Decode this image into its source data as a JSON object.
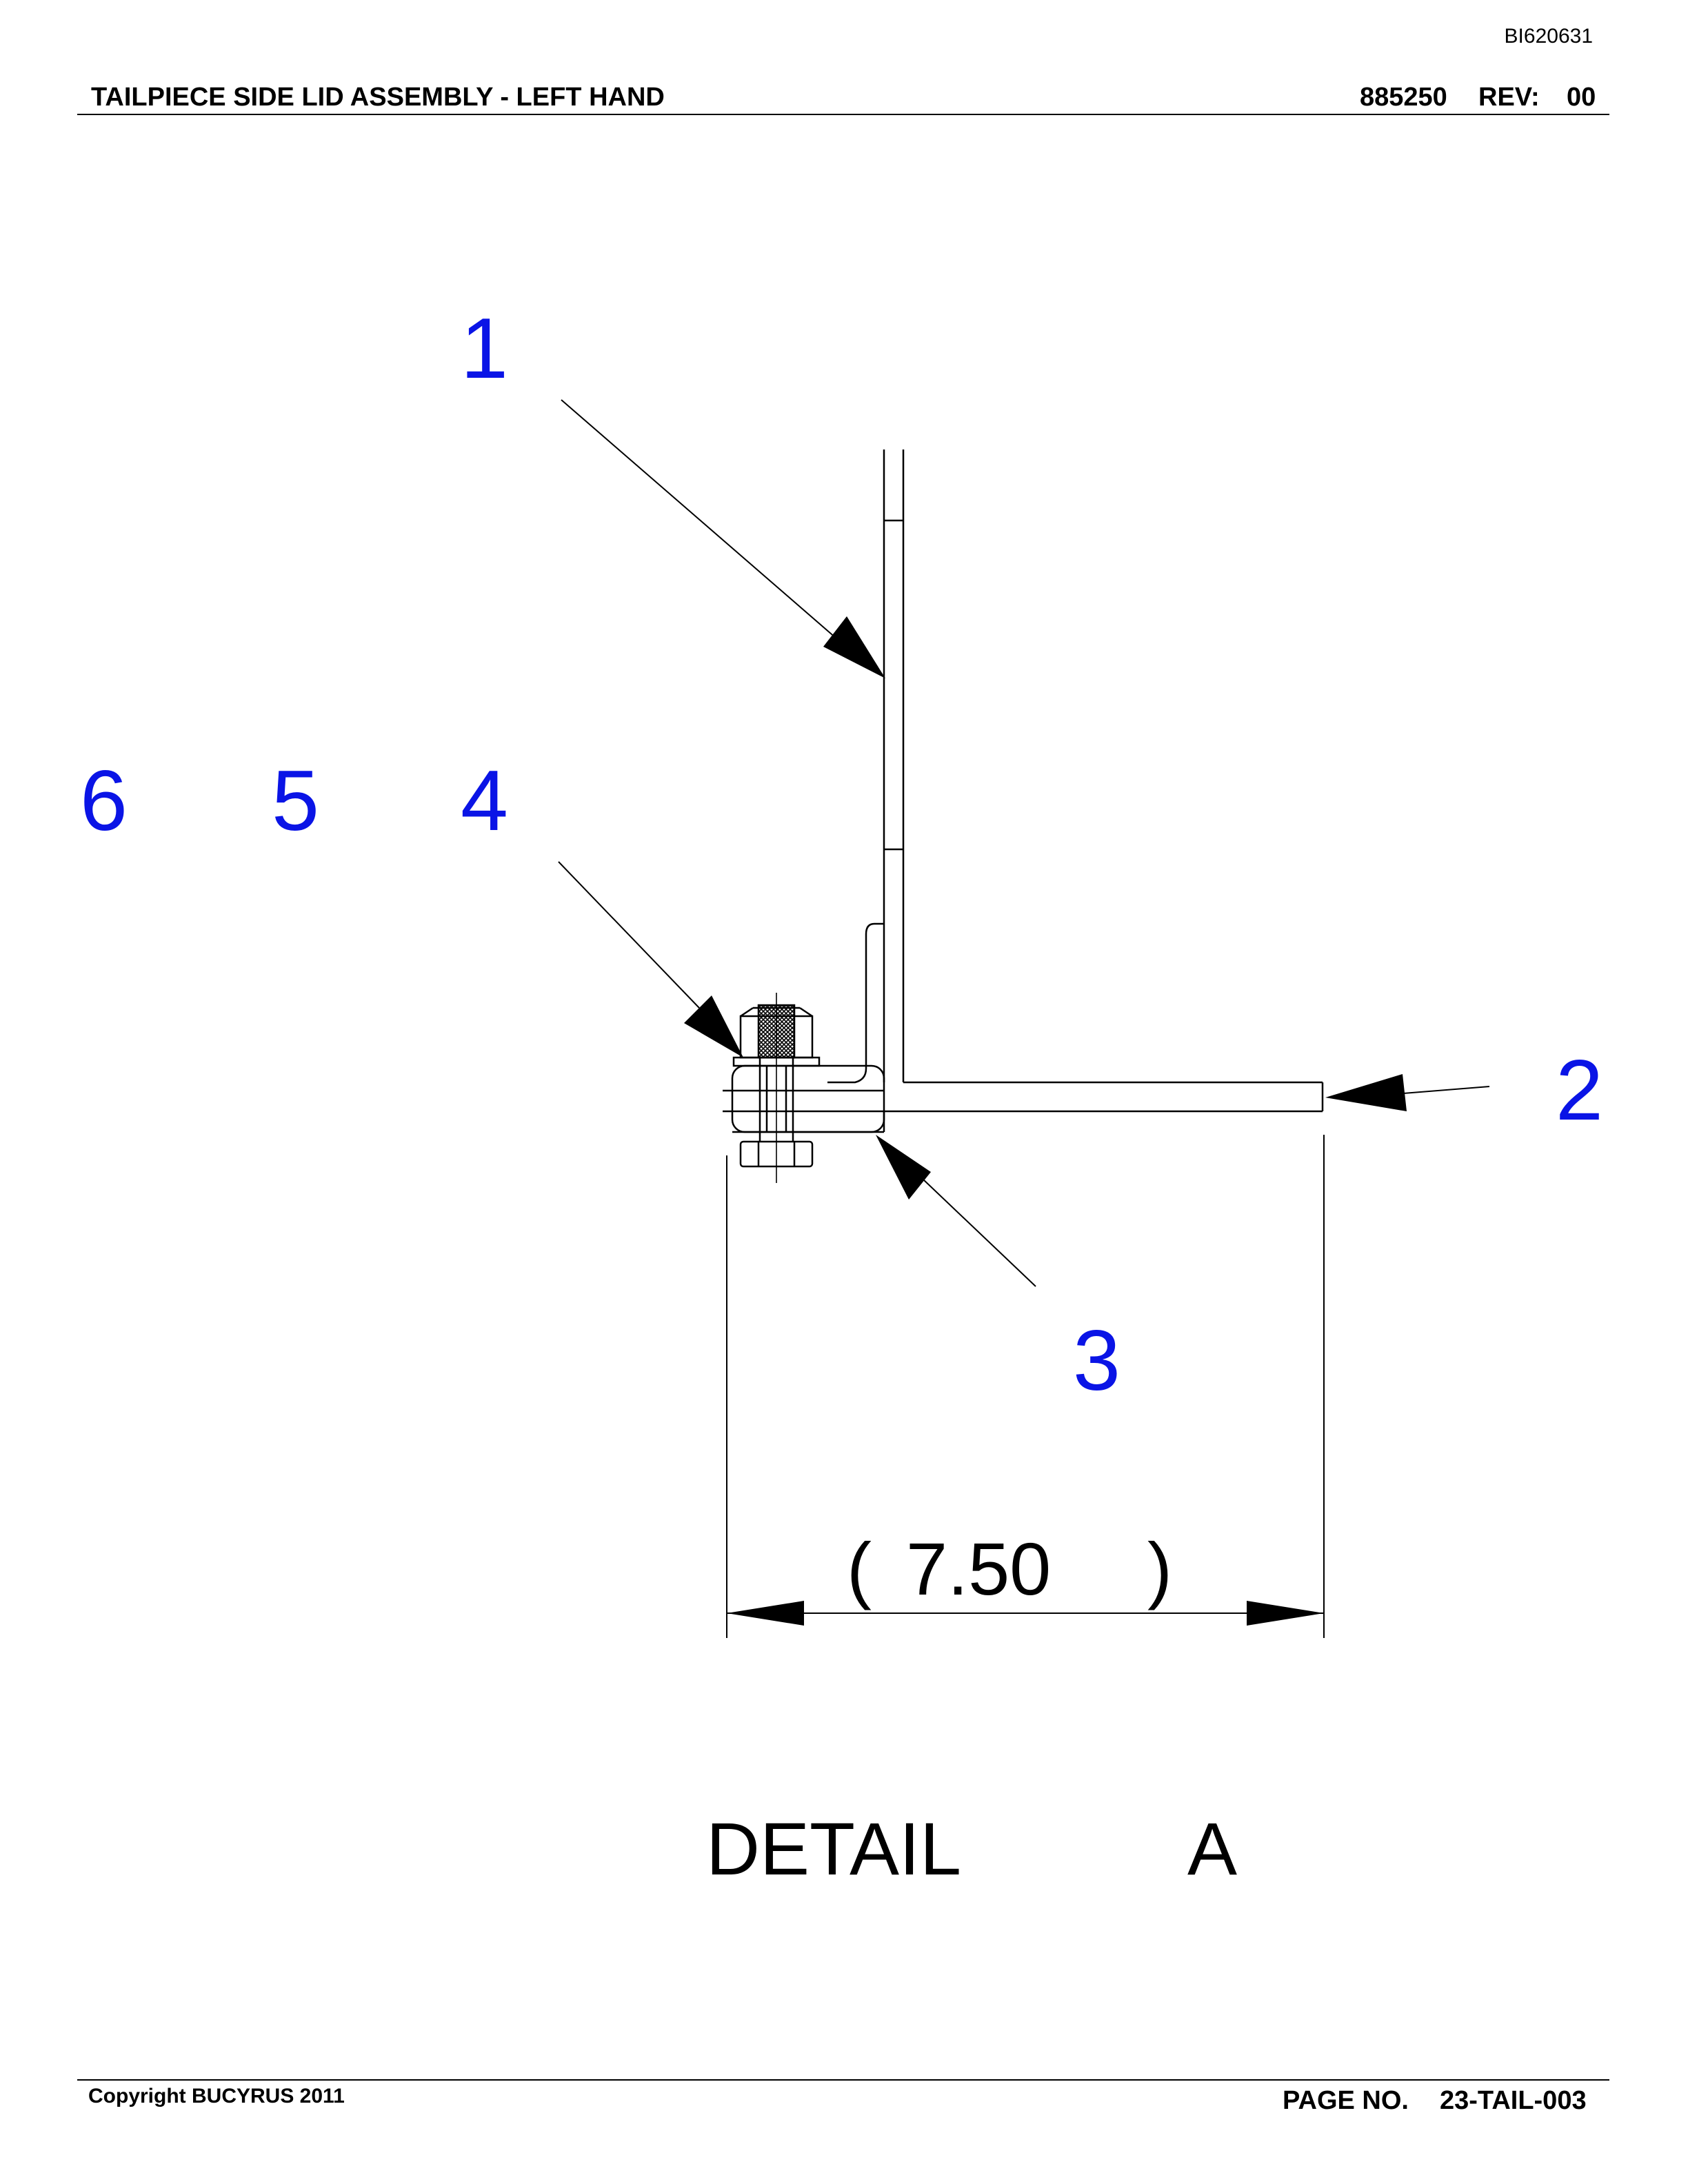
{
  "doc_id": "BI620631",
  "header": {
    "title": "TAILPIECE SIDE LID ASSEMBLY  - LEFT HAND",
    "part_no": "885250",
    "rev_label": "REV:",
    "rev_value": "00"
  },
  "callouts": {
    "c1": "1",
    "c2": "2",
    "c3": "3",
    "c4": "4",
    "c5": "5",
    "c6": "6"
  },
  "dimension": {
    "open": "(",
    "value": "7.50",
    "close": ")"
  },
  "detail": {
    "label": "DETAIL",
    "letter": "A"
  },
  "footer": {
    "copyright": "Copyright BUCYRUS 2011",
    "page_label": "PAGE NO.",
    "page_no": "23-TAIL-003"
  },
  "colors": {
    "callout": "#0a14e6",
    "line": "#000000"
  }
}
